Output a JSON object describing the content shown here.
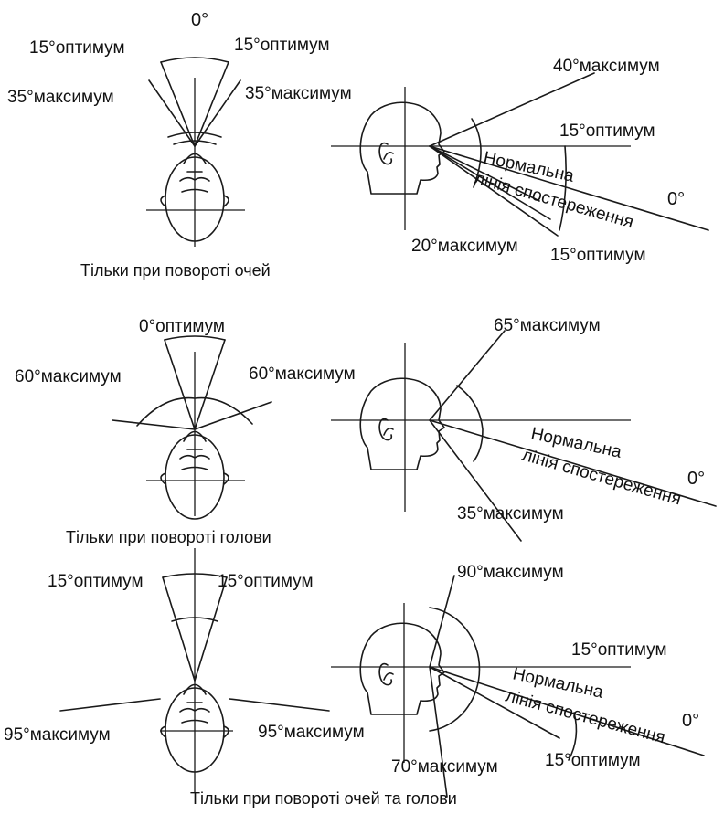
{
  "section1": {
    "top_zero": "0°",
    "left_opt": "15°оптимум",
    "right_opt": "15°оптимум",
    "left_max": "35°максимум",
    "right_max": "35°максимум",
    "caption": "Тільки при повороті очей",
    "side_up_max": "40°максимум",
    "side_up_opt": "15°оптимум",
    "normal_line_1": "Нормальна",
    "normal_line_2": "лінія спостереження",
    "side_zero": "0°",
    "side_down_max": "20°максимум",
    "side_down_opt": "15°оптимум"
  },
  "section2": {
    "top_opt": "0°оптимум",
    "left_max": "60°максимум",
    "right_max": "60°максимум",
    "caption": "Тільки при повороті голови",
    "side_up_max": "65°максимум",
    "normal_line_1": "Нормальна",
    "normal_line_2": "лінія спостереження",
    "side_zero": "0°",
    "side_down_max": "35°максимум"
  },
  "section3": {
    "left_opt": "15°оптимум",
    "right_opt": "15°оптимум",
    "left_max": "95°максимум",
    "right_max": "95°максимум",
    "side_up_max": "90°максимум",
    "side_up_opt": "15°оптимум",
    "normal_line_1": "Нормальна",
    "normal_line_2": "лінія спостереження",
    "side_zero": "0°",
    "side_down_max": "70°максимум",
    "side_down_opt": "15°оптимум",
    "caption": "Тільки при повороті очей та голови"
  }
}
